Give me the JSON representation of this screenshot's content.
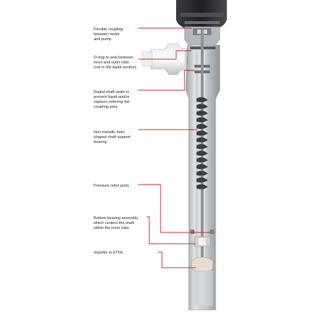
{
  "colors": {
    "leader": "#d8202a",
    "tube_outer": "#b9bcc0",
    "tube_inner": "#d9dbde",
    "shaft": "#8d9297",
    "helix": "#3a3d42",
    "motor": "#2b2b2e"
  },
  "annotations": [
    {
      "id": "flexible-coupling",
      "lines": [
        "Flexible coupling",
        "between motor",
        "and pump"
      ]
    },
    {
      "id": "o-ring",
      "lines": [
        "O-ring to seal between",
        "inner and outer tube",
        "(not in the liquid section)"
      ]
    },
    {
      "id": "radial-shaft-seals",
      "lines": [
        "Radial shaft seals to",
        "prevent liquid and/or",
        "vapours entering the",
        "coupling area"
      ]
    },
    {
      "id": "helix-bearing",
      "lines": [
        "Non-metallic helix",
        "shaped shaft support",
        "bearing"
      ]
    },
    {
      "id": "pressure-relief",
      "lines": [
        "Pressure relief ports"
      ]
    },
    {
      "id": "bottom-bearing",
      "lines": [
        "Bottom bearing assembly",
        "which centers the shaft",
        "within the inner tube"
      ]
    },
    {
      "id": "impellor",
      "lines": [
        "Impellor in ETFE"
      ]
    }
  ]
}
